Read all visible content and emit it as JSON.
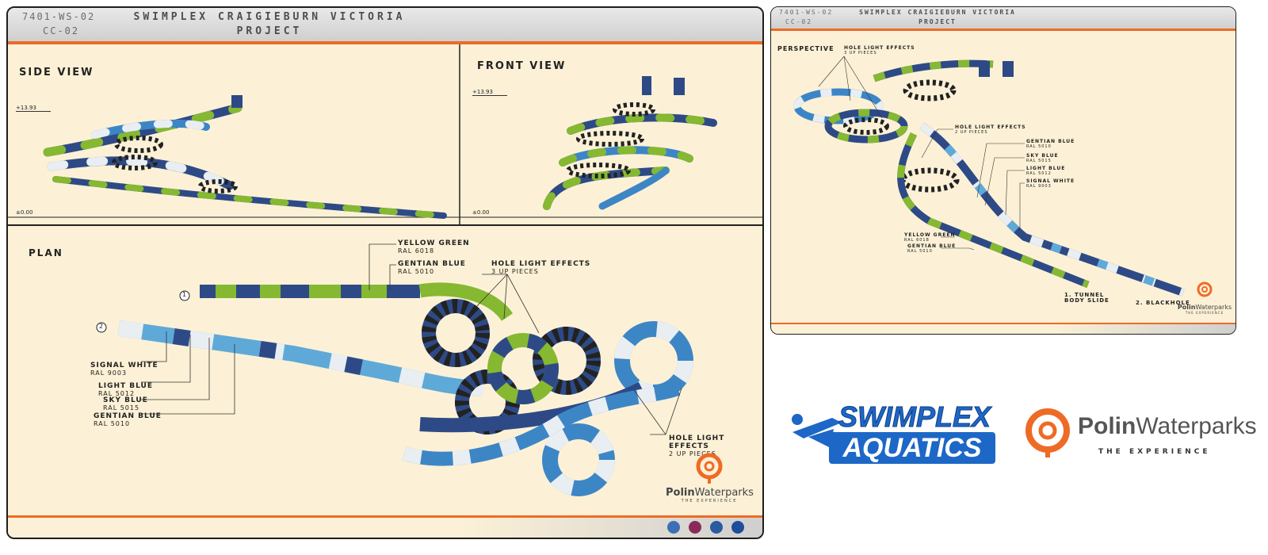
{
  "main_sheet": {
    "code_line1": "7401-WS-02",
    "code_line2": "CC-02",
    "title_line1": "SWIMPLEX CRAIGIEBURN VICTORIA",
    "title_line2": "PROJECT",
    "side_view": {
      "label": "SIDE VIEW",
      "level_top": "+13.93",
      "level_bottom": "±0.00"
    },
    "front_view": {
      "label": "FRONT VIEW",
      "level_top": "+13.93",
      "level_bottom": "±0.00"
    },
    "plan": {
      "label": "PLAN",
      "marker_1": "1",
      "marker_2": "2",
      "notes": {
        "yellow_green": {
          "name": "YELLOW GREEN",
          "ral": "RAL 6018"
        },
        "gentian_blue_top": {
          "name": "GENTIAN BLUE",
          "ral": "RAL 5010"
        },
        "hole_light_3": {
          "name": "HOLE LIGHT EFFECTS",
          "ral": "3 UP PIECES"
        },
        "signal_white": {
          "name": "SIGNAL WHITE",
          "ral": "RAL 9003"
        },
        "light_blue": {
          "name": "LIGHT BLUE",
          "ral": "RAL 5012"
        },
        "sky_blue": {
          "name": "SKY BLUE",
          "ral": "RAL 5015"
        },
        "gentian_blue_left": {
          "name": "GENTIAN BLUE",
          "ral": "RAL 5010"
        },
        "hole_light_2": {
          "name": "HOLE LIGHT EFFECTS",
          "ral": "2 UP PIECES"
        }
      }
    },
    "logo": {
      "brand_bold": "Polin",
      "brand_light": "Waterparks",
      "tagline": "THE EXPERIENCE"
    }
  },
  "perspective_sheet": {
    "code_line1": "7401-WS-02",
    "code_line2": "CC-02",
    "title_line1": "SWIMPLEX CRAIGIEBURN VICTORIA",
    "title_line2": "PROJECT",
    "label": "PERSPECTIVE",
    "notes": {
      "hole_light_3": {
        "name": "HOLE LIGHT EFFECTS",
        "ral": "3 UP PIECES"
      },
      "hole_light_2": {
        "name": "HOLE LIGHT EFFECTS",
        "ral": "2 UP PIECES"
      },
      "gentian_blue": {
        "name": "GENTIAN BLUE",
        "ral": "RAL 5010"
      },
      "sky_blue": {
        "name": "SKY BLUE",
        "ral": "RAL 5015"
      },
      "light_blue": {
        "name": "LIGHT BLUE",
        "ral": "RAL 5012"
      },
      "signal_white": {
        "name": "SIGNAL WHITE",
        "ral": "RAL 9003"
      },
      "yellow_green": {
        "name": "YELLOW GREEN",
        "ral": "RAL 6018"
      },
      "gentian_blue_low": {
        "name": "GENTIAN BLUE",
        "ral": "RAL 5010"
      }
    },
    "slide_1": "1. TUNNEL BODY SLIDE",
    "slide_2": "2. BLACKHOLE",
    "logo": {
      "brand_bold": "Polin",
      "brand_light": "Waterparks",
      "tagline": "THE EXPERIENCE"
    }
  },
  "bottom_logos": {
    "swimplex_line1": "SWIMPLEX",
    "swimplex_line2": "AQUATICS",
    "polin_bold": "Polin",
    "polin_light": "Waterparks",
    "polin_tagline": "THE EXPERIENCE"
  },
  "colors": {
    "background": "#fcf1d6",
    "accent_orange": "#ee6b26",
    "gentian_blue": "#2e4a86",
    "sky_blue": "#3d86c6",
    "light_blue": "#5fa9d8",
    "signal_white": "#e9eef2",
    "yellow_green": "#86b832",
    "swimplex_blue": "#1d67c7"
  }
}
